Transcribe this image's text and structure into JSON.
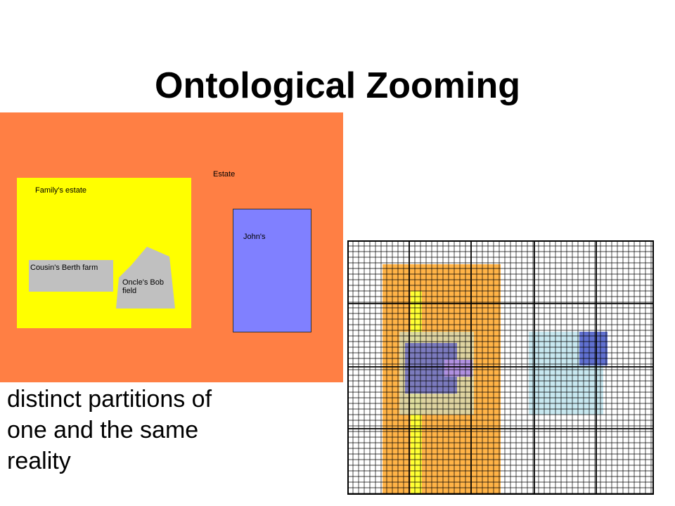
{
  "title": "Ontological Zooming",
  "map": {
    "estate_label": "Estate",
    "family_label": "Family's estate",
    "cousin_label": "Cousin's Berth farm",
    "oncle_label": "Oncle's Bob\nfield",
    "johns_label": "John's",
    "colors": {
      "estate": "#ff7f44",
      "family": "#ffff00",
      "parcel": "#c0c0c0",
      "johns": "#8080ff"
    }
  },
  "caption": "distinct partitions of\none and the same\nreality",
  "grid": {
    "colors": {
      "orange_region": "#ffb347",
      "yellow_band": "#ffff33",
      "pale_block": "#d8d8b0",
      "blue_block": "#7070c0",
      "violet_block": "#b090e0",
      "light_blue_block": "#c8e8f0",
      "dark_blue_block": "#6070d0"
    }
  }
}
